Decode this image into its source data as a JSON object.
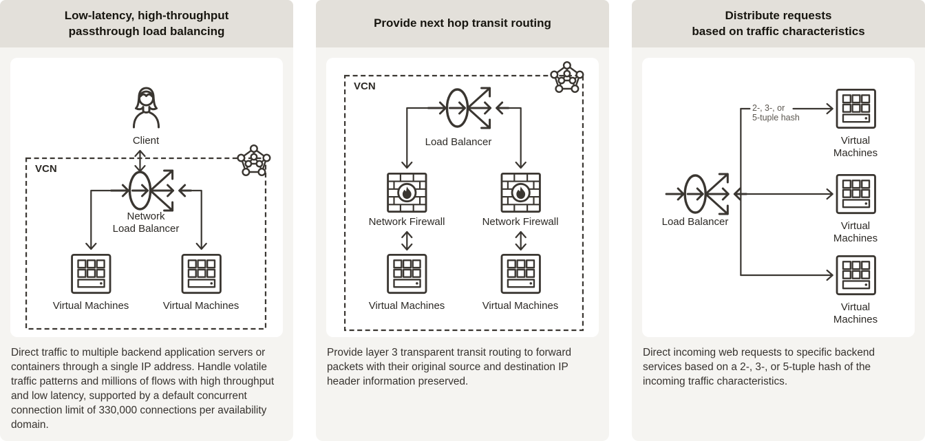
{
  "colors": {
    "page_background": "#ffffff",
    "panel_header_background": "#e3e0da",
    "panel_body_background": "#f5f4f1",
    "card_background": "#ffffff",
    "diagram_stroke": "#3a3631",
    "heading_text": "#17150f",
    "body_text": "#36322e",
    "hash_label_text": "#5b564f"
  },
  "icons": {
    "client": "person-icon",
    "load_balancer": "load-balancer-icon",
    "virtual_machines": "vm-icon",
    "network_firewall": "firewall-icon",
    "vcn_network": "vcn-network-icon"
  },
  "panels": [
    {
      "title": "Low-latency, high-throughput\npassthrough load balancing",
      "labels": {
        "client": "Client",
        "vcn": "VCN",
        "load_balancer": "Network\nLoad Balancer",
        "vm_left": "Virtual Machines",
        "vm_right": "Virtual Machines"
      },
      "description": "Direct traffic to multiple backend application servers or containers through a single IP address. Handle volatile traffic patterns and millions of flows with high throughput and low latency, supported by a default concurrent connection limit of 330,000 connections per availability domain."
    },
    {
      "title": "Provide next hop transit routing",
      "labels": {
        "vcn": "VCN",
        "load_balancer": "Load Balancer",
        "firewall_left": "Network Firewall",
        "firewall_right": "Network Firewall",
        "vm_left": "Virtual Machines",
        "vm_right": "Virtual Machines"
      },
      "description": "Provide layer 3 transparent transit routing to forward packets with their original source and destination IP header information preserved."
    },
    {
      "title": "Distribute requests\nbased on traffic characteristics",
      "labels": {
        "hash": "2-, 3-, or\n5-tuple hash",
        "load_balancer": "Load Balancer",
        "vm_top": "Virtual Machines",
        "vm_middle": "Virtual Machines",
        "vm_bottom": "Virtual Machines"
      },
      "description": "Direct incoming web requests to specific backend services based on a 2-, 3-, or 5-tuple hash of the incoming traffic characteristics."
    }
  ]
}
